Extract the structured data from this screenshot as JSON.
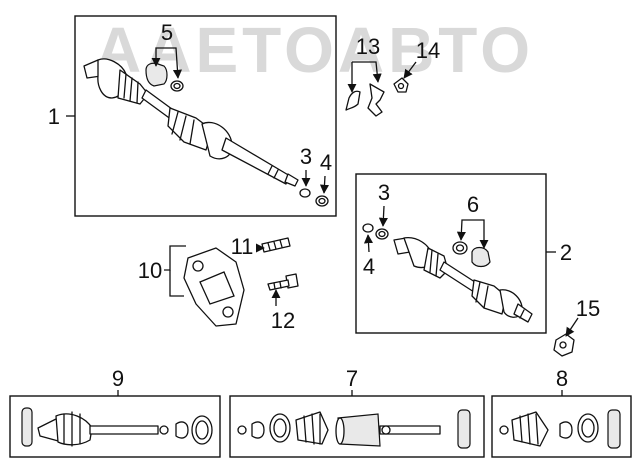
{
  "watermark": "AAETOABTO",
  "callouts": {
    "c1": "1",
    "c2": "2",
    "c3a": "3",
    "c3b": "3",
    "c4a": "4",
    "c4b": "4",
    "c5": "5",
    "c6": "6",
    "c7": "7",
    "c8": "8",
    "c9": "9",
    "c10": "10",
    "c11": "11",
    "c12": "12",
    "c13": "13",
    "c14": "14",
    "c15": "15"
  },
  "colors": {
    "line": "#111111",
    "watermark": "#d9d9d9",
    "shade": "#e9e9e9"
  }
}
